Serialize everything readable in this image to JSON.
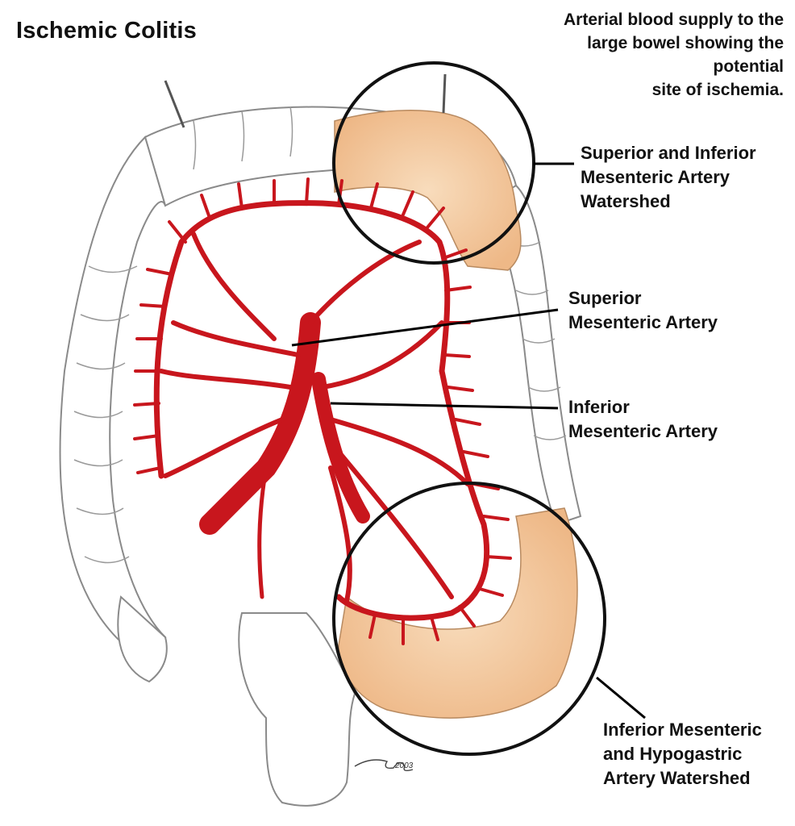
{
  "title": "Ischemic Colitis",
  "caption_lines": [
    "Arterial blood supply to the",
    "large bowel showing the",
    "potential",
    "site of ischemia."
  ],
  "labels": {
    "watershed_upper": [
      "Superior and Inferior",
      "Mesenteric Artery",
      "Watershed"
    ],
    "sma": [
      "Superior",
      "Mesenteric Artery"
    ],
    "ima": [
      "Inferior",
      "Mesenteric Artery"
    ],
    "watershed_lower": [
      "Inferior Mesenteric",
      "and Hypogastric",
      "Artery Watershed"
    ]
  },
  "signature": "2003",
  "colors": {
    "artery": "#c8161d",
    "ischemic_bowel": "#f4c89a",
    "bowel_outline": "#8a8a8a",
    "leader_line": "#000000"
  }
}
